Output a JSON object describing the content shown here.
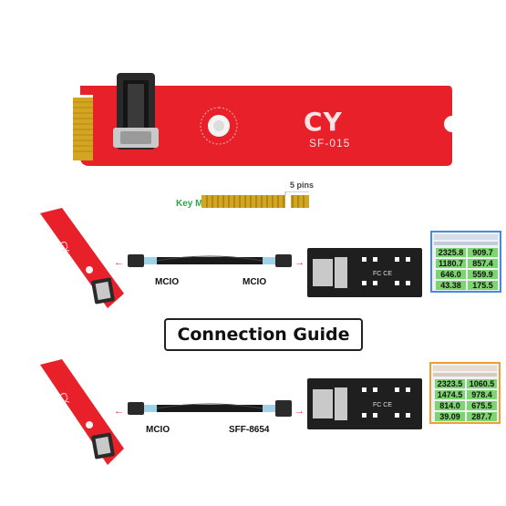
{
  "top_card": {
    "brand": "CY",
    "model": "SF-015"
  },
  "pin_detail": {
    "key_label": "Key M",
    "pins_label": "5 pins"
  },
  "connection_guide": {
    "title": "Connection Guide"
  },
  "row1": {
    "left_cable_label": "MCIO",
    "right_cable_label": "MCIO",
    "benchmark": {
      "values": [
        [
          "2325.8",
          "909.7"
        ],
        [
          "1180.7",
          "857.4"
        ],
        [
          "646.0",
          "559.9"
        ],
        [
          "43.38",
          "175.5"
        ]
      ]
    }
  },
  "row2": {
    "left_cable_label": "MCIO",
    "right_cable_label": "SFF-8654",
    "benchmark": {
      "values": [
        [
          "2323.5",
          "1060.5"
        ],
        [
          "1474.5",
          "978.4"
        ],
        [
          "814.0",
          "675.5"
        ],
        [
          "39.09",
          "287.7"
        ]
      ]
    }
  },
  "colors": {
    "pcb_red": "#e8202a",
    "gold": "#d4a520",
    "bench_green": "#7dd56f",
    "frame_blue": "#4a8bd8",
    "frame_orange": "#f0a030",
    "arrow_red": "#e33030"
  }
}
